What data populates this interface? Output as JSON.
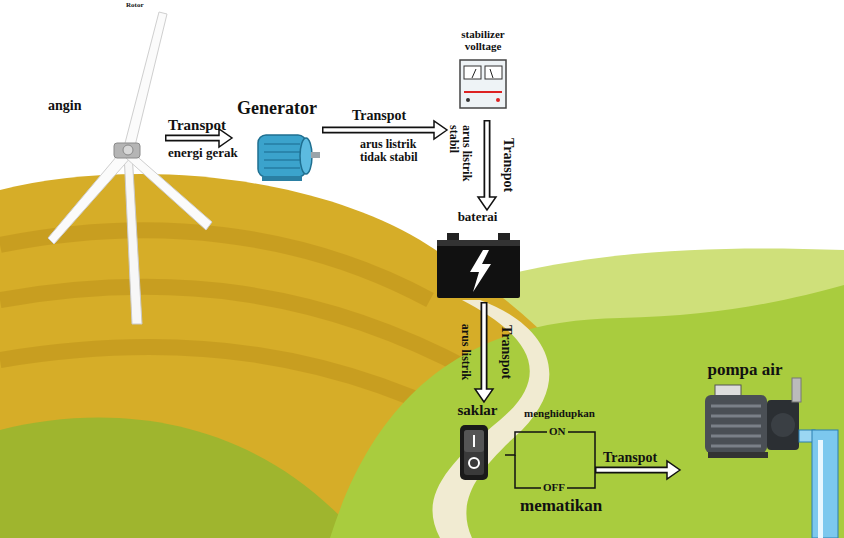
{
  "diagram": {
    "nodes": [
      {
        "text": [
          "Rotor",
          "angin"
        ]
      },
      {
        "text": [
          "Generator"
        ]
      },
      {
        "text": [
          "stabilizer volltage"
        ]
      },
      {
        "text": [
          "baterai"
        ]
      },
      {
        "text": [
          "saklar"
        ]
      },
      {
        "text": [
          "pompa air"
        ]
      }
    ],
    "edges": [
      {
        "from": 0,
        "to": 1,
        "arrow": "to",
        "label": "Transpot"
      },
      {
        "from": 1,
        "to": 2,
        "arrow": "to",
        "label": "Transpot"
      },
      {
        "from": 2,
        "to": 3,
        "arrow": "to",
        "label": "Transpot"
      },
      {
        "from": 3,
        "to": 4,
        "arrow": "to",
        "label": "Transpot"
      },
      {
        "from": 4,
        "to": 5,
        "arrow": "to",
        "label": "Transpot"
      }
    ],
    "labels": [
      "energi gerak",
      "arus listrik tidak stabil",
      "arus listrik stabil",
      "arus listrik",
      "menghidupkan",
      "ON",
      "OFF",
      "mematikan"
    ]
  }
}
